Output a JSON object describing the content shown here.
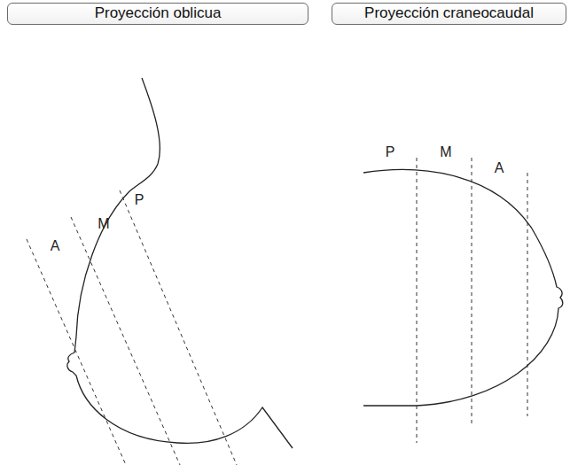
{
  "diagram": {
    "nodes": [
      {
        "text": [
          "Proyección oblicua"
        ]
      },
      {
        "text": [
          "Proyección craneocaudal"
        ]
      }
    ],
    "labels": [
      "A",
      "M",
      "P",
      "P",
      "M",
      "A"
    ]
  }
}
